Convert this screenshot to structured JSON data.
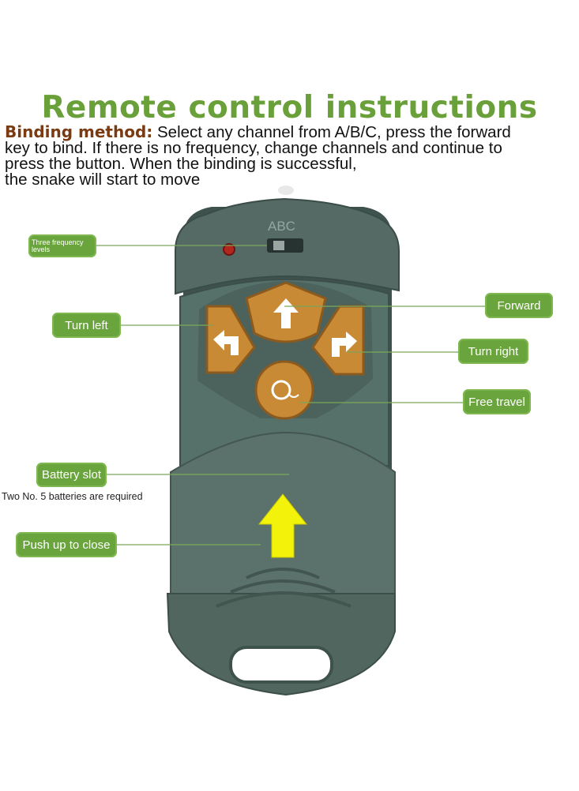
{
  "title": "Remote control instructions",
  "binding": {
    "lead": "Binding method:",
    "line1": "Select any channel from A/B/C, press the forward",
    "line2": "key to bind. If there is no frequency, change channels and continue to",
    "line3": "press the button. When the binding is successful,",
    "line4": "the snake will start to move"
  },
  "remote": {
    "channel_label": "ABC"
  },
  "labels": {
    "three_frequency": "Three frequency levels",
    "turn_left": "Turn left",
    "forward": "Forward",
    "turn_right": "Turn right",
    "free_travel": "Free travel",
    "battery_slot": "Battery slot",
    "push_up": "Push up to close"
  },
  "battery_note": "Two No. 5 batteries are required",
  "colors": {
    "title_green": "#6aa03a",
    "lead_brown": "#7a3a12",
    "label_green": "#6aa43c",
    "remote_body": "#4a5e58",
    "button_orange": "#c98a35",
    "arrow_yellow": "#f2f20a"
  }
}
